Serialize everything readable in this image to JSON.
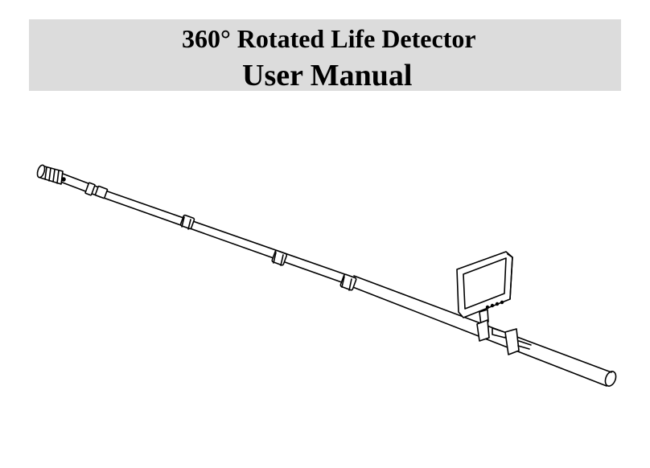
{
  "header": {
    "title": "360° Rotated Life Detector",
    "subtitle": "User Manual",
    "band_color": "#dcdcdc"
  },
  "illustration": {
    "subject": "telescopic-pole-with-camera-head-and-monitor"
  }
}
